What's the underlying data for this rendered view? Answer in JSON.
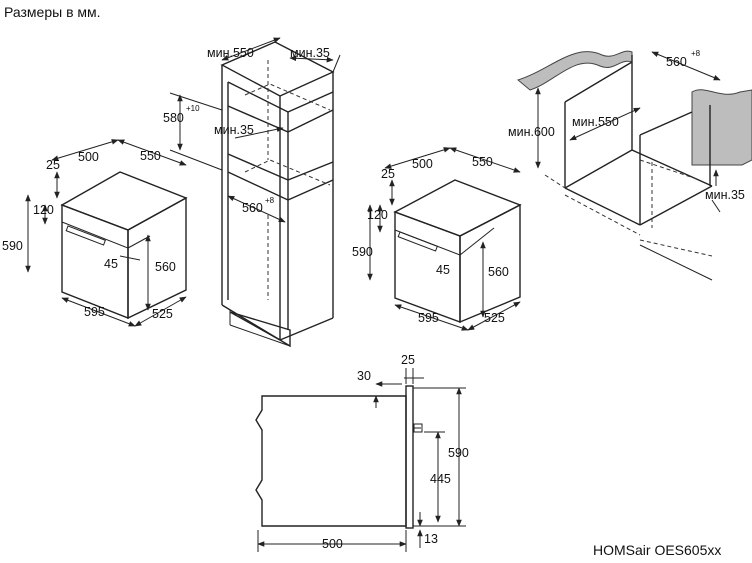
{
  "header": {
    "title": "Размеры в мм."
  },
  "footer": {
    "model": "HOMSair OES605xx"
  },
  "oven_left": {
    "d_top_500": "500",
    "d_top_550": "550",
    "d_25": "25",
    "d_120": "120",
    "d_590": "590",
    "d_45": "45",
    "d_560": "560",
    "d_595": "595",
    "d_525": "525"
  },
  "tall_unit": {
    "w_min550": "мин.550",
    "w_min35": "мин.35",
    "h_580": "580",
    "h_580_tol": "+10",
    "min35_mid": "мин.35",
    "w_560": "560",
    "w_560_tol": "+8"
  },
  "oven_mid": {
    "d_top_500": "500",
    "d_top_550": "550",
    "d_25": "25",
    "d_120": "120",
    "d_590": "590",
    "d_45": "45",
    "d_560": "560",
    "d_595": "595",
    "d_525": "525"
  },
  "under_counter": {
    "w_560": "560",
    "w_560_tol": "+8",
    "h_min600": "мин.600",
    "d_min550": "мин.550",
    "d_min35": "мин.35"
  },
  "side_view": {
    "d_30": "30",
    "d_25": "25",
    "h_590": "590",
    "h_445": "445",
    "w_500": "500",
    "d_13": "13"
  }
}
